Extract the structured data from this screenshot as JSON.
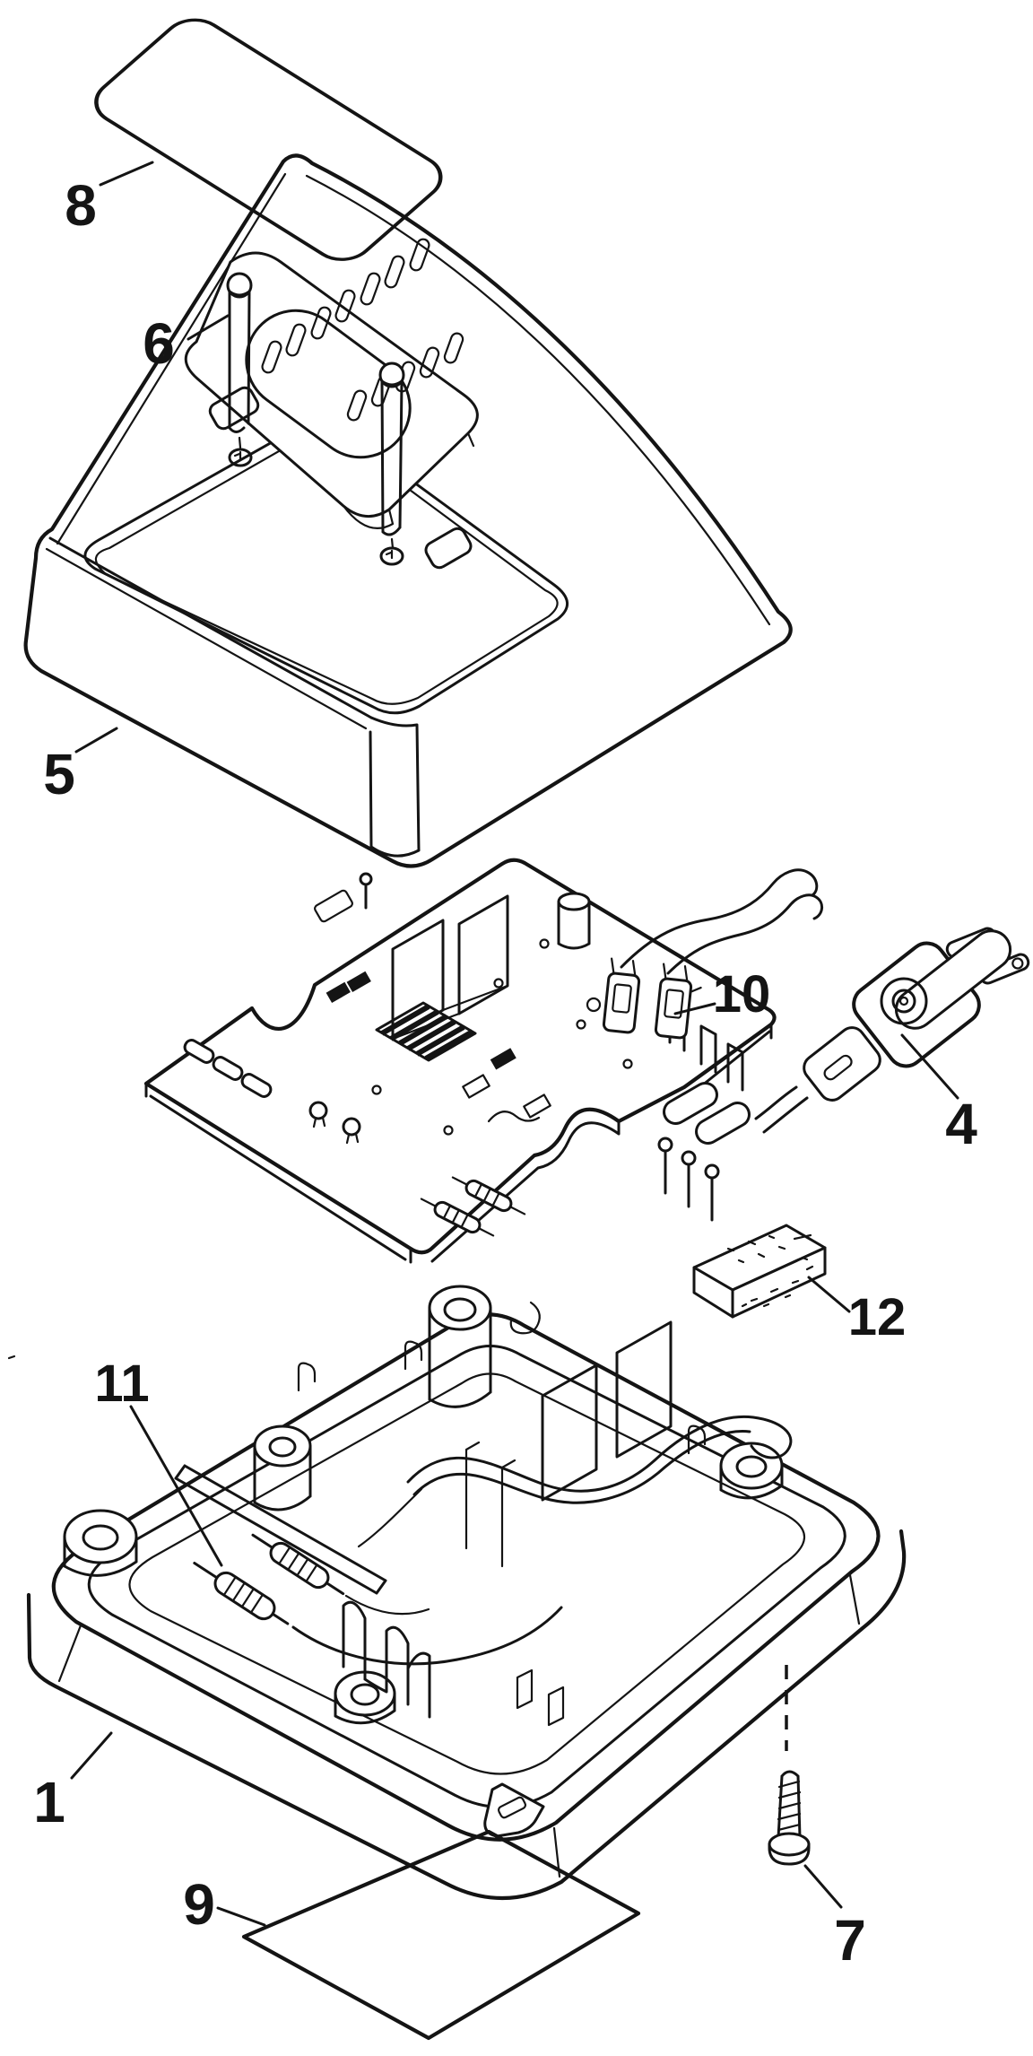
{
  "figure": {
    "type": "exploded-parts-diagram",
    "background_color": "#ffffff",
    "line_color": "#141414",
    "callouts": {
      "n1": "1",
      "n4": "4",
      "n5": "5",
      "n6": "6",
      "n7": "7",
      "n8": "8",
      "n9": "9",
      "n10": "10",
      "n11": "11",
      "n12": "12"
    }
  }
}
